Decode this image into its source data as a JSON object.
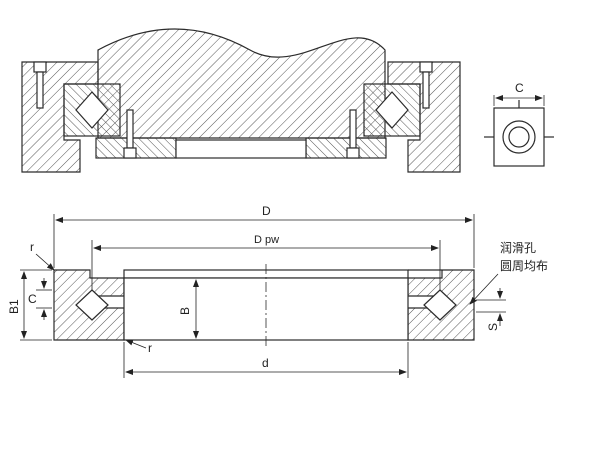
{
  "colors": {
    "stroke": "#2b2b2b",
    "hatch": "#555555",
    "background": "#ffffff"
  },
  "labels": {
    "section_c": "C",
    "dim_D": "D",
    "dim_Dpw": "D pw",
    "dim_d": "d",
    "dim_B": "B",
    "dim_B1": "B1",
    "dim_C": "C",
    "dim_S": "S",
    "radius_top": "r",
    "radius_bottom": "r",
    "note_line1": "润滑孔",
    "note_line2": "圆周均布"
  }
}
